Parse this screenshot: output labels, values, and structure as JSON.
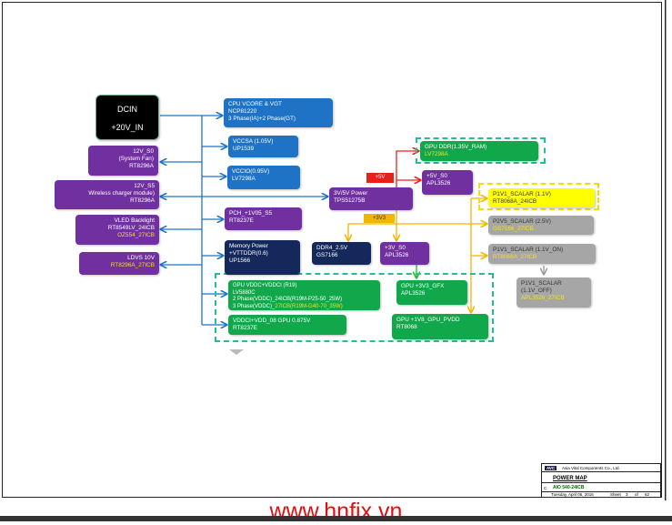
{
  "blocks": {
    "dcin": {
      "line1": "DCIN",
      "line2": "+20V_IN"
    },
    "cpu_vcore": {
      "l1": "CPU VCORE & VGT",
      "l2": "NCP81220",
      "l3": "3 Phase(IA)+2 Phase(GT)"
    },
    "vccsa": {
      "l1": "VCCSA (1.05V)",
      "l2": "UP1539"
    },
    "vccio": {
      "l1": "VCCIO(0.95V)",
      "l2": "LV7298A"
    },
    "v12_s0": {
      "l1": "12V_S0",
      "l2": "(System Fan)",
      "l3": "RT8296A"
    },
    "v12_s5": {
      "l1": "12V_S5",
      "l2": "Wireless charger module)",
      "l3": "RT8296A"
    },
    "vled": {
      "l1": "VLED Backlight",
      "l2": "RT8549LV_24ICB",
      "l3": "OZ554_27ICB"
    },
    "ldvs": {
      "l1": "LDVS 10V",
      "l2": "RT8296A_27ICB"
    },
    "pch": {
      "l1": "PCH_+1V05_S5",
      "l2": "RT8237E"
    },
    "memory": {
      "l1": "Memory Power",
      "l2": "+VTTDDR(0.6)",
      "l3": "UP1566"
    },
    "v3v5": {
      "l1": "3V/5V Power",
      "l2": "TPS51275B"
    },
    "gpu_ddr": {
      "l1": "GPU DDR(1.35V_RAM)",
      "l2": "LV7298A"
    },
    "v5_s0": {
      "l1": "+5V_S0",
      "l2": "APL3526"
    },
    "ddr4": {
      "l1": "DDR4_2.5V",
      "l2": "GS7166"
    },
    "v3_s0": {
      "l1": "+3V_S0",
      "l2": "APL3526"
    },
    "p1v1_scalar": {
      "l1": "P1V1_SCALAR (1.1V)",
      "l2": "RT8068A_24ICB"
    },
    "p2v5_scalar": {
      "l1": "P2V5_SCALAR (2.5V)",
      "l2": "GS7166_27ICB"
    },
    "p1v1_on": {
      "l1": "P1V1_SCALAR (1.1V_ON)",
      "l2": "RT8068A_27ICB"
    },
    "p1v1_off": {
      "l1": "P1V1_SCALAR",
      "l2": "(1.1V_OFF)",
      "l3": "APL3526_27ICB"
    },
    "gpu_vddc": {
      "l1": "GPU VDDC+VDDCI (R19)",
      "l2": "LV5880C",
      "l3": "2 Phase(VDDC)_24ICB(R19M-P25-50_25W)",
      "l4a": "3 Phase(VDDC)_",
      "l4b": "27ICB(R19M-G40-70_35W)"
    },
    "gpu_3v3": {
      "l1": "GPU +3V3_GFX",
      "l2": "APL3526"
    },
    "vddci": {
      "l1": "VDDCI+VDD_08 GPU 0.875V",
      "l2": "RT8237E"
    },
    "gpu_1v8": {
      "l1": "GPU +1V8_GPU_PVDD",
      "l2": "RT8068"
    }
  },
  "rails": {
    "v5": "+5V",
    "v3v3": "+3V3"
  },
  "colors": {
    "cpu": "#1e73c6",
    "purple": "#7030a0",
    "navy": "#14285c",
    "gpu": "#10a84a",
    "scalar_off": "#a6a6a6",
    "scalar": "#ffff00",
    "rail_5v": "#e8201c",
    "rail_3v3": "#f5b400"
  },
  "title_block": {
    "logo": "AVC",
    "company": "Asia Vital Components Co., Ltd.",
    "title": "POWER MAP",
    "size": "C",
    "document": "AIO 540-24ICB",
    "date": "Tuesday, April 05, 2016",
    "sheet": "Sheet",
    "sheet_no": "3",
    "of": "of",
    "sheets": "62"
  },
  "watermark": "www.hnfix.vn"
}
